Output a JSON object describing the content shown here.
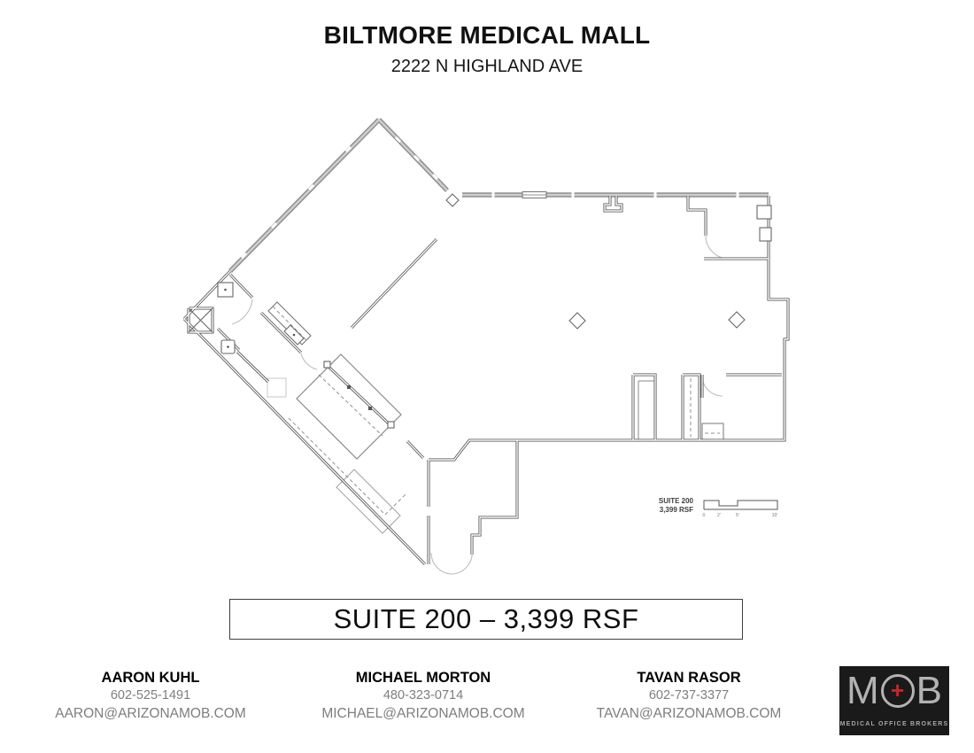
{
  "header": {
    "title": "BILTMORE MEDICAL MALL",
    "address": "2222 N HIGHLAND AVE"
  },
  "plan": {
    "suite_label_line1": "SUITE 200",
    "suite_label_line2": "3,399 RSF",
    "scale_ticks": [
      "0",
      "2'",
      "5'",
      "10'"
    ]
  },
  "banner": {
    "text": "SUITE 200 – 3,399 RSF"
  },
  "contacts": [
    {
      "name": "AARON KUHL",
      "phone": "602-525-1491",
      "email": "AARON@ARIZONAMOB.COM"
    },
    {
      "name": "MICHAEL MORTON",
      "phone": "480-323-0714",
      "email": "MICHAEL@ARIZONAMOB.COM"
    },
    {
      "name": "TAVAN RASOR",
      "phone": "602-737-3377",
      "email": "TAVAN@ARIZONAMOB.COM"
    }
  ],
  "logo": {
    "letter_m": "M",
    "letter_b": "B",
    "plus": "+",
    "tagline": "MEDICAL OFFICE BROKERS"
  },
  "colors": {
    "accent_red": "#c3272b",
    "text_gray": "#7e7e7e",
    "wall_dark": "#4a4a4a",
    "window_gray": "#909090"
  }
}
